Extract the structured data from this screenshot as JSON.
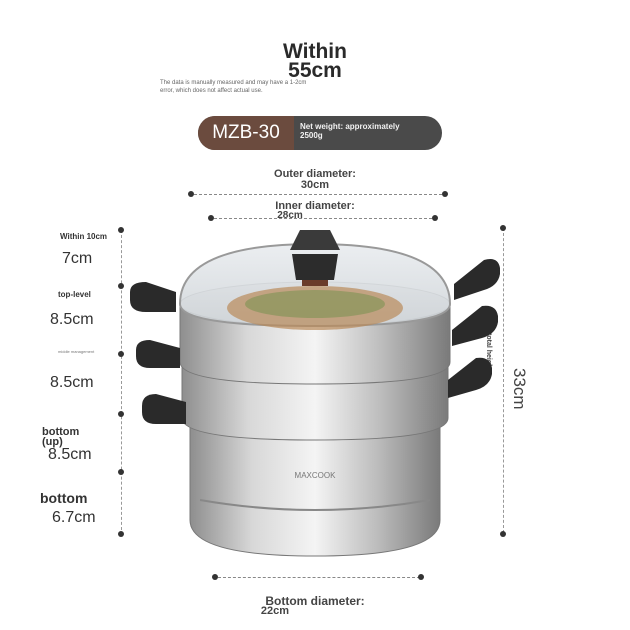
{
  "header": {
    "title_line1": "Within",
    "title_line2": "55cm",
    "note_line1": "The data is manually measured and may have a 1-2cm",
    "note_line2": "error, which does not affect actual use."
  },
  "model_bar": {
    "model": "MZB-30",
    "weight_line1": "Net weight: approximately",
    "weight_line2": "2500g",
    "colors": {
      "model_bg": "#6b4b3e",
      "bar_bg": "#4a4a4a"
    }
  },
  "dimensions": {
    "outer_label": "Outer diameter:",
    "outer_value": "30cm",
    "inner_label": "Inner diameter:",
    "inner_value": "28cm",
    "bottom_label": "Bottom diameter:",
    "bottom_value": "22cm",
    "total_label": "total height",
    "total_value": "33cm"
  },
  "left_specs": [
    {
      "small": "Within 10cm",
      "value": "7cm"
    },
    {
      "small": "top-level",
      "value": "8.5cm"
    },
    {
      "small": "middle management",
      "value": "8.5cm"
    },
    {
      "small": "bottom (up)",
      "value": "8.5cm"
    },
    {
      "small": "bottom",
      "value": "6.7cm"
    }
  ],
  "brand": "MAXCOOK"
}
